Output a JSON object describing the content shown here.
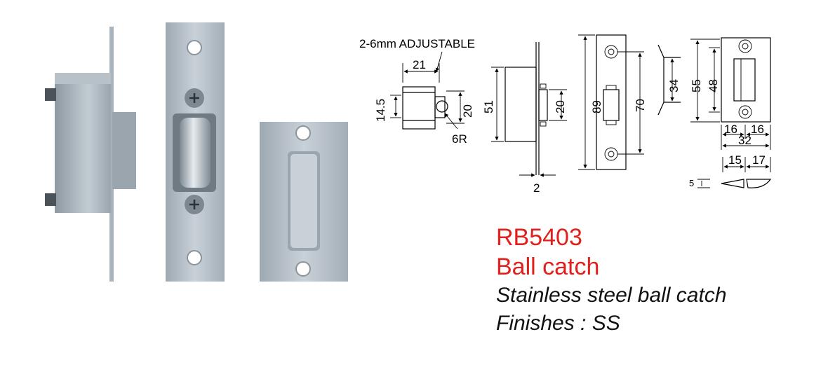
{
  "product": {
    "model": "RB5403",
    "name": "Ball catch",
    "description": "Stainless steel ball catch",
    "finishes": "Finishes :  SS"
  },
  "dimensions": {
    "adjustable": "2-6mm ADJUSTABLE",
    "d21": "21",
    "d14_5": "14.5",
    "d20a": "20",
    "d6r": "6R",
    "d51": "51",
    "d20b": "20",
    "d2": "2",
    "d89": "89",
    "d70": "70",
    "d34": "34",
    "d55": "55",
    "d48": "48",
    "d16a": "16",
    "d16b": "16",
    "d32": "32",
    "d15": "15",
    "d17": "17",
    "d5": "5"
  },
  "colors": {
    "accent": "#e0201c",
    "steel": "#b9c3cb"
  }
}
